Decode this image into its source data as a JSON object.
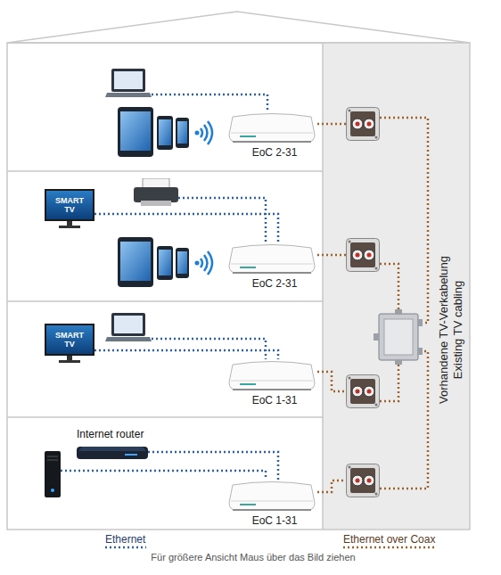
{
  "diagram": {
    "caption": "Für größere Ansicht Maus über das Bild ziehen",
    "nodes": [
      {
        "text": [
          "EoC 2-31"
        ]
      },
      {
        "text": [
          "SMART TV"
        ]
      },
      {
        "text": [
          "EoC 2-31"
        ]
      },
      {
        "text": [
          "SMART TV"
        ]
      },
      {
        "text": [
          "EoC 1-31"
        ]
      },
      {
        "text": [
          "Internet router"
        ]
      },
      {
        "text": [
          "EoC 1-31"
        ]
      }
    ],
    "edges": [
      {
        "from": 1,
        "to": 2,
        "arrow": "none"
      },
      {
        "from": 3,
        "to": 4,
        "arrow": "none"
      },
      {
        "from": 5,
        "to": 6,
        "arrow": "none"
      }
    ],
    "labels": [
      "Vorhandene TV-Verkabelung",
      "Existing TV cabling"
    ],
    "legend": [
      {
        "text": "Ethernet"
      },
      {
        "text": "Ethernet over Coax"
      }
    ]
  }
}
